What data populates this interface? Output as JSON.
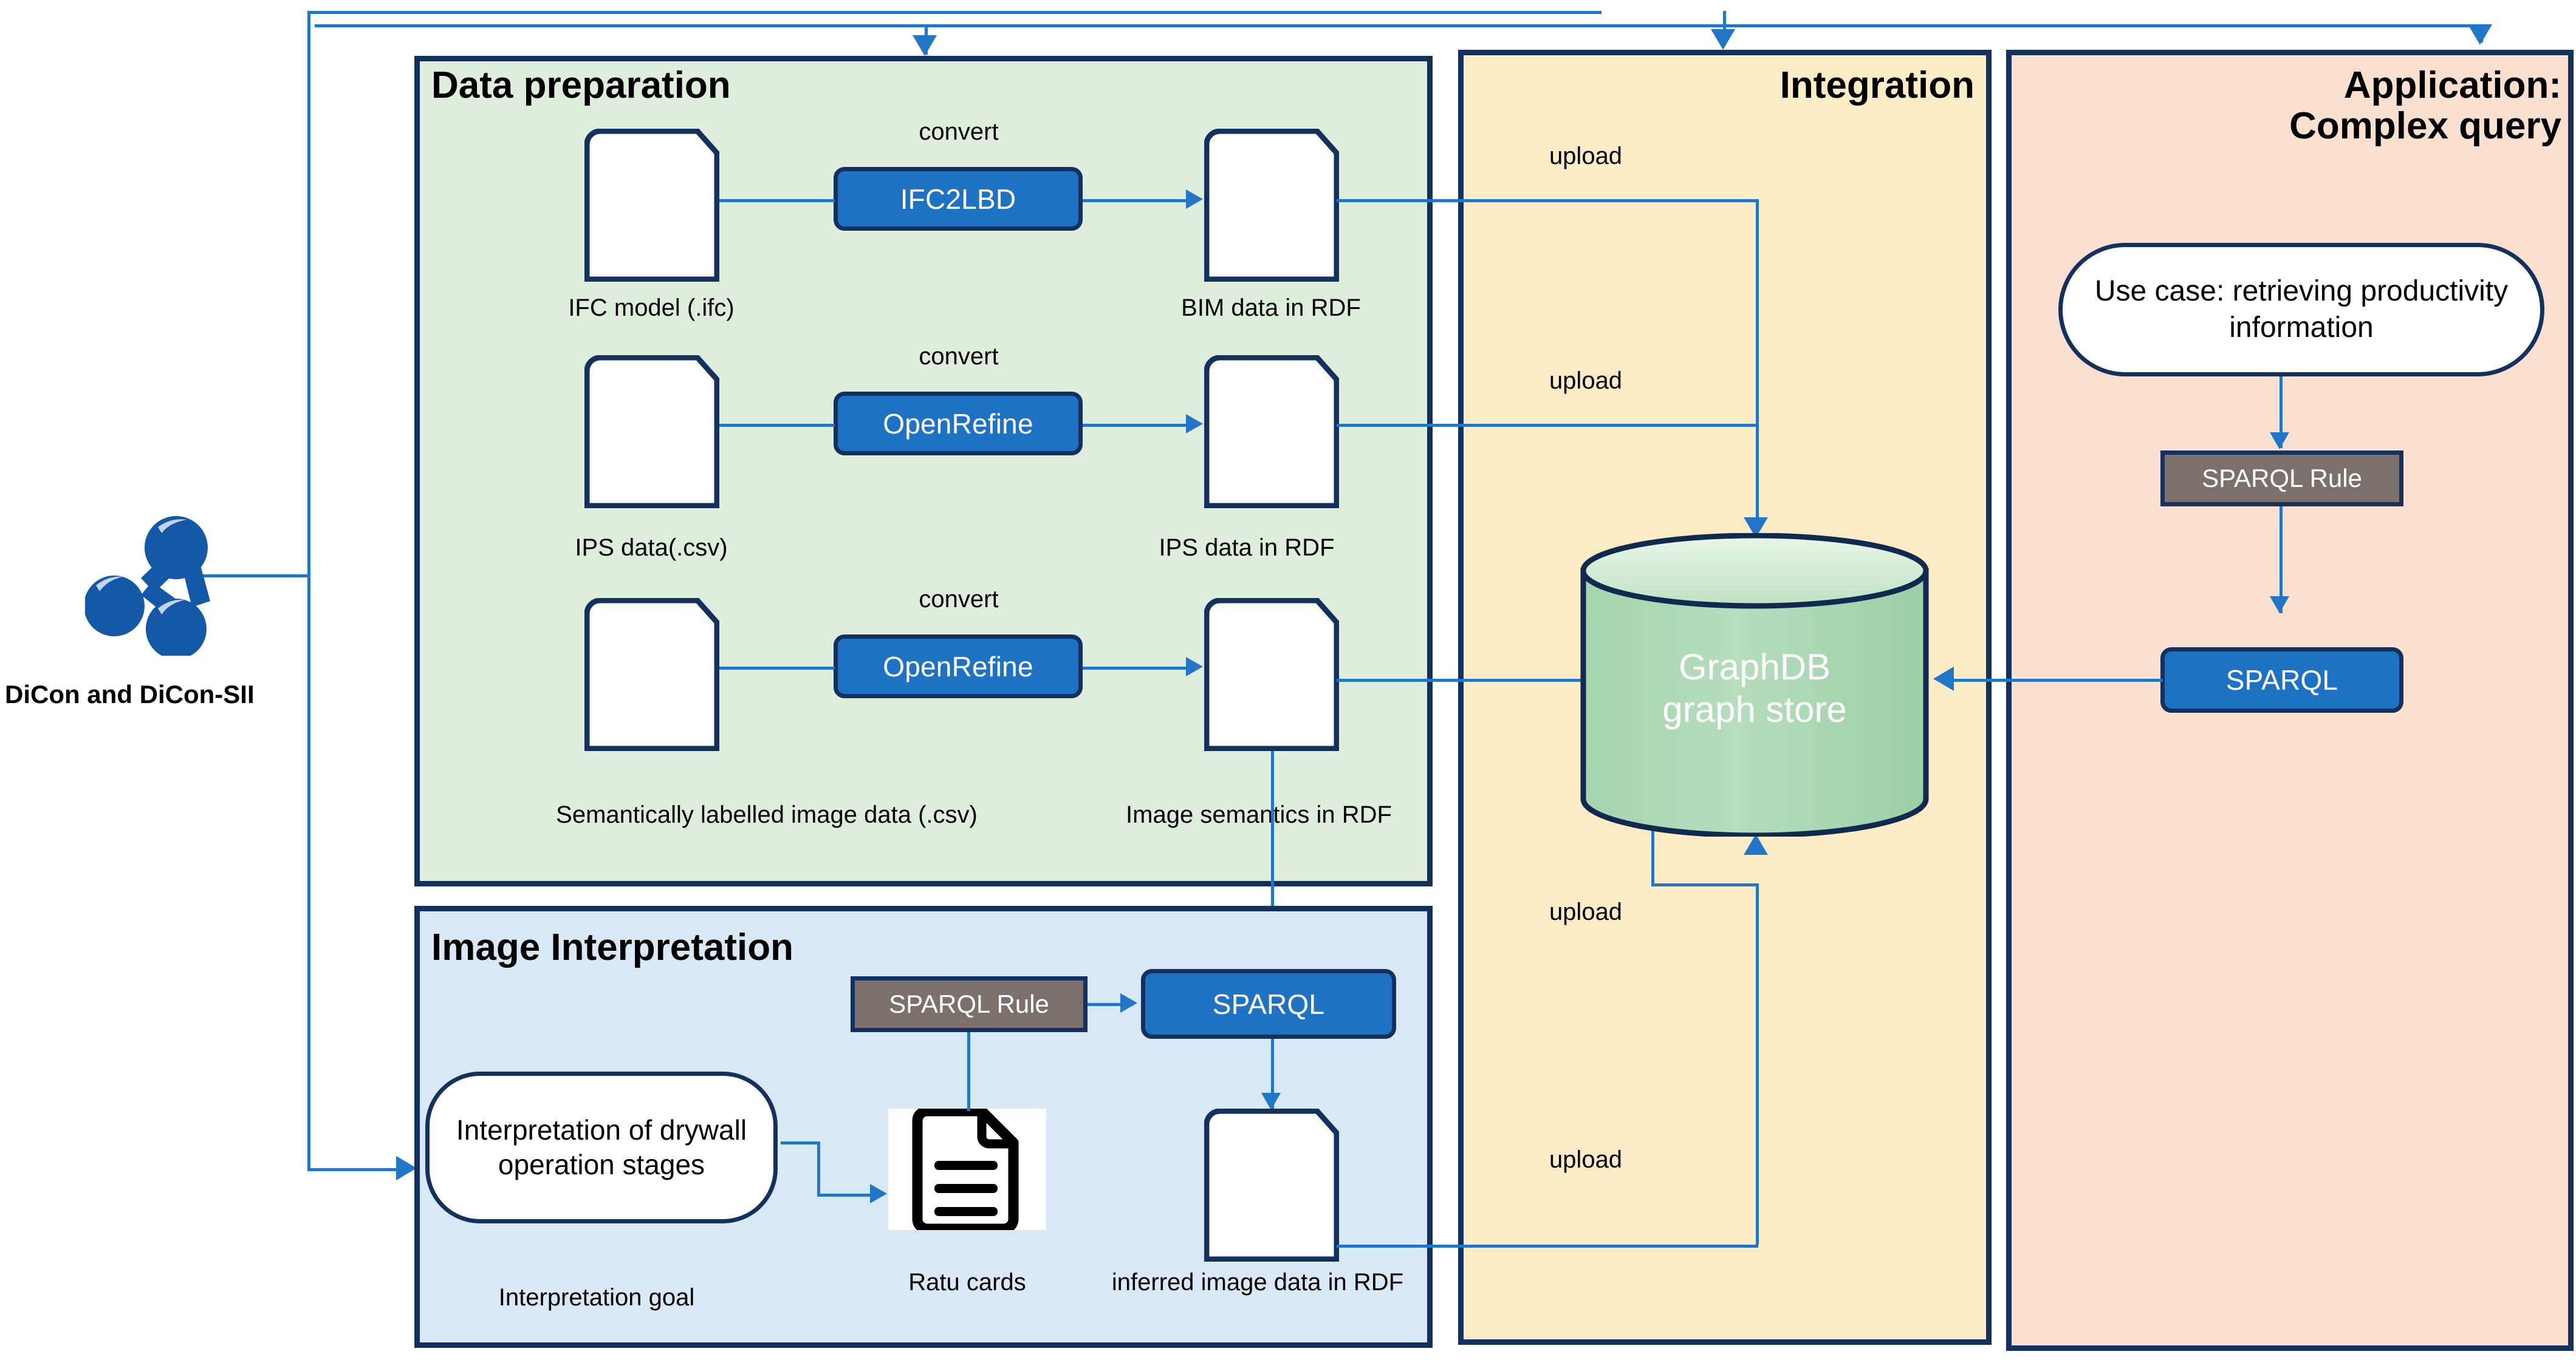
{
  "diagram": {
    "title": "Semantic data integration workflow",
    "accent_blue": "#2176c7",
    "dark_navy": "#14305c",
    "colors": {
      "data_preparation_fill": "#dfeedc",
      "image_interpretation_fill": "#d8e8f6",
      "integration_fill": "#fcecc6",
      "application_fill": "#fbe0d0",
      "process_blue": "#1e72c4",
      "rule_grey": "#7b706c",
      "graphstore_green": "#a9d9b0"
    }
  },
  "source": {
    "logo_name": "dicon-molecule-logo",
    "caption": "DiCon and DiCon-SII"
  },
  "panels": {
    "data_preparation": {
      "title": "Data preparation",
      "rows": [
        {
          "input_caption": "IFC model (.ifc)",
          "edge_label": "convert",
          "tool": "IFC2LBD",
          "output_caption": "BIM data in RDF"
        },
        {
          "input_caption": "IPS data(.csv)",
          "edge_label": "convert",
          "tool": "OpenRefine",
          "output_caption": "IPS data in RDF"
        },
        {
          "input_caption": "Semantically labelled image data (.csv)",
          "edge_label": "convert",
          "tool": "OpenRefine",
          "output_caption": "Image semantics in RDF"
        }
      ]
    },
    "image_interpretation": {
      "title": "Image Interpretation",
      "goal_text": "Interpretation of drywall operation stages",
      "goal_caption": "Interpretation goal",
      "cards_caption": "Ratu cards",
      "rule_label": "SPARQL Rule",
      "query_label": "SPARQL",
      "output_caption": "inferred image data  in RDF"
    },
    "integration": {
      "title": "Integration",
      "store_label": "GraphDB\ngraph store",
      "upload_labels": [
        "upload",
        "upload",
        "upload",
        "upload"
      ]
    },
    "application": {
      "title": "Application:\nComplex query",
      "use_case": "Use case: retrieving productivity information",
      "rule_label": "SPARQL Rule",
      "query_label": "SPARQL"
    }
  }
}
